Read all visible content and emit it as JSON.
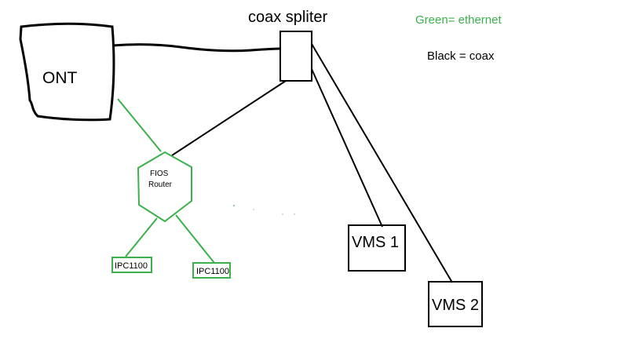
{
  "labels": {
    "ont": "ONT",
    "splitter": "coax spliter",
    "router_line1": "FIOS",
    "router_line2": "Router",
    "ipc_left": "IPC1100",
    "ipc_right": "IPC1100",
    "vms1": "VMS 1",
    "vms2": "VMS 2"
  },
  "legend": {
    "green": "Green= ethernet",
    "black": "Black = coax"
  },
  "colors": {
    "ethernet": "#3cb04a",
    "coax": "#000000"
  }
}
